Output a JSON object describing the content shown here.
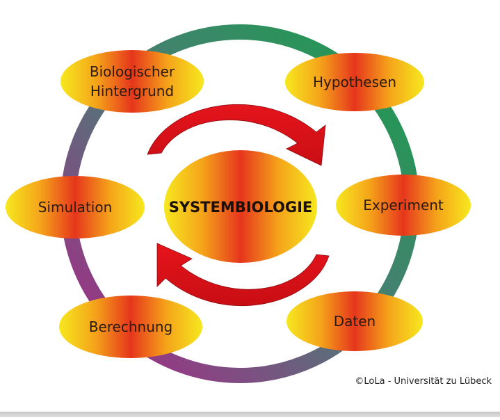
{
  "diagram": {
    "center": "SYSTEMBIOLOGIE",
    "nodes": [
      {
        "id": "biologischer-hintergrund",
        "lines": [
          "Biologischer",
          "Hintergrund"
        ]
      },
      {
        "id": "hypothesen",
        "lines": [
          "Hypothesen"
        ]
      },
      {
        "id": "experiment",
        "lines": [
          "Experiment"
        ]
      },
      {
        "id": "daten",
        "lines": [
          "Daten"
        ]
      },
      {
        "id": "berechnung",
        "lines": [
          "Berechnung"
        ]
      },
      {
        "id": "simulation",
        "lines": [
          "Simulation"
        ]
      }
    ],
    "copyright": "©LoLa - Universität zu Lübeck"
  },
  "colors": {
    "ring_green": "#1e9a55",
    "ring_purple": "#a2288c",
    "ellipse_edge": "#f4e31c",
    "ellipse_core": "#e8401c",
    "arrow_red": "#e8141e"
  }
}
